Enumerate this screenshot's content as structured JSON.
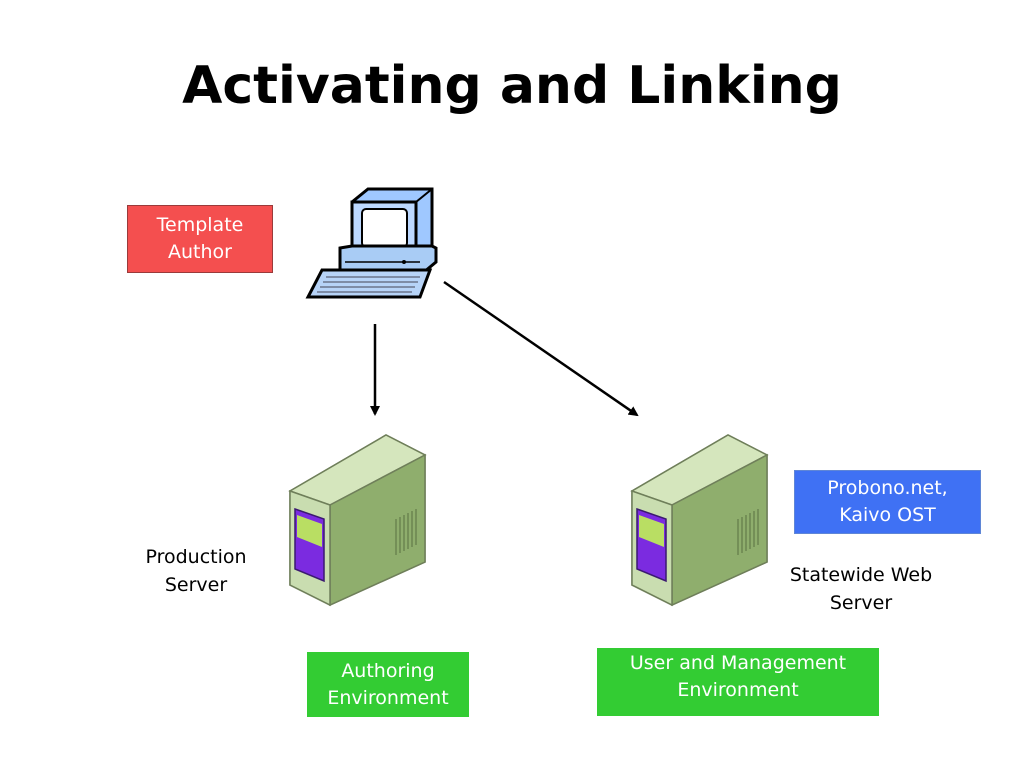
{
  "title": "Activating and Linking",
  "nodes": {
    "template_author": {
      "label": "Template\nAuthor",
      "color": "#f44f4f"
    },
    "probono": {
      "label": "Probono.net,\nKaivo OST",
      "color": "#3f71f4"
    },
    "production_server": {
      "label": "Production\nServer"
    },
    "statewide_server": {
      "label": "Statewide Web\nServer"
    },
    "authoring_env": {
      "label": "Authoring\nEnvironment",
      "color": "#33cc33"
    },
    "user_mgmt_env": {
      "label": "User and Management\nEnvironment",
      "color": "#33cc33"
    }
  },
  "icons": {
    "computer": "desktop-computer-icon",
    "server": "tower-server-icon"
  }
}
